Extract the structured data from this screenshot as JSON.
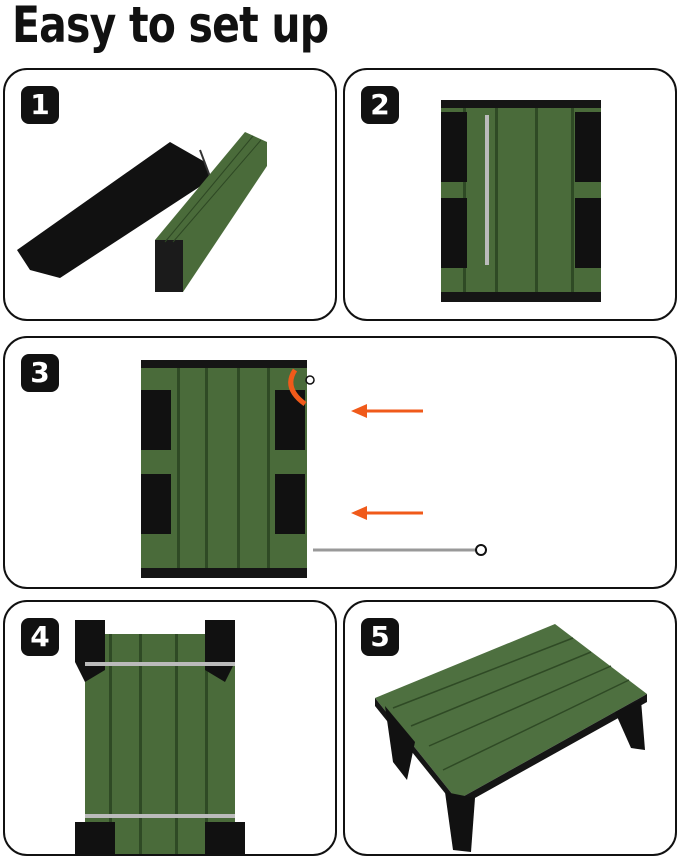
{
  "title": "Easy to set up",
  "steps": [
    {
      "number": "1"
    },
    {
      "number": "2"
    },
    {
      "number": "3"
    },
    {
      "number": "4"
    },
    {
      "number": "5"
    }
  ],
  "colors": {
    "table_green": "#4a6b3a",
    "frame_black": "#151515",
    "arrow_orange": "#f05a1a",
    "border": "#111111"
  }
}
